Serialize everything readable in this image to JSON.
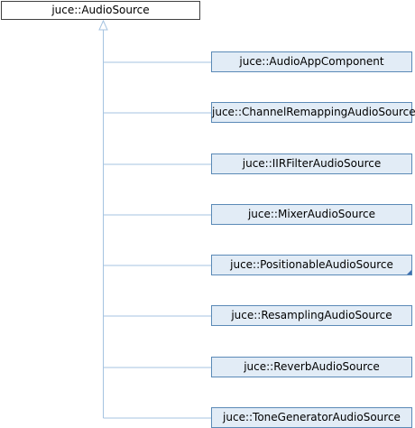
{
  "colors": {
    "edge": "#a5c3e0",
    "base_fill": "#ffffff",
    "base_border": "#404040",
    "child_fill": "#e2ecf6",
    "child_border": "#5b8ab7"
  },
  "base_class": {
    "label": "juce::AudioSource"
  },
  "derived_classes": [
    {
      "label": "juce::AudioAppComponent",
      "has_more": false
    },
    {
      "label": "juce::ChannelRemappingAudioSource",
      "has_more": false
    },
    {
      "label": "juce::IIRFilterAudioSource",
      "has_more": false
    },
    {
      "label": "juce::MixerAudioSource",
      "has_more": false
    },
    {
      "label": "juce::PositionableAudioSource",
      "has_more": true
    },
    {
      "label": "juce::ResamplingAudioSource",
      "has_more": false
    },
    {
      "label": "juce::ReverbAudioSource",
      "has_more": false
    },
    {
      "label": "juce::ToneGeneratorAudioSource",
      "has_more": false
    }
  ]
}
